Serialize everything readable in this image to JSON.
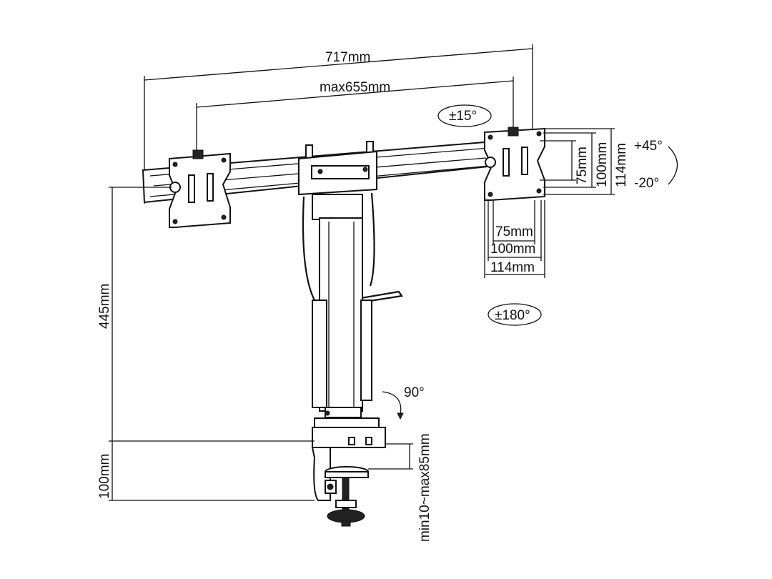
{
  "labels": {
    "overall_width": "717mm",
    "max_width": "max655mm",
    "swivel_plate": "±15°",
    "tilt_up": "+45°",
    "tilt_down": "-20°",
    "vesa_v_75": "75mm",
    "vesa_v_100": "100mm",
    "vesa_v_114": "114mm",
    "vesa_h_75": "75mm",
    "vesa_h_100": "100mm",
    "vesa_h_114": "114mm",
    "rotation": "±180°",
    "height": "445mm",
    "base_swivel": "90°",
    "clamp_height": "100mm",
    "desk_thickness": "min10~max85mm"
  },
  "colors": {
    "line": "#111111",
    "background": "#ffffff"
  }
}
